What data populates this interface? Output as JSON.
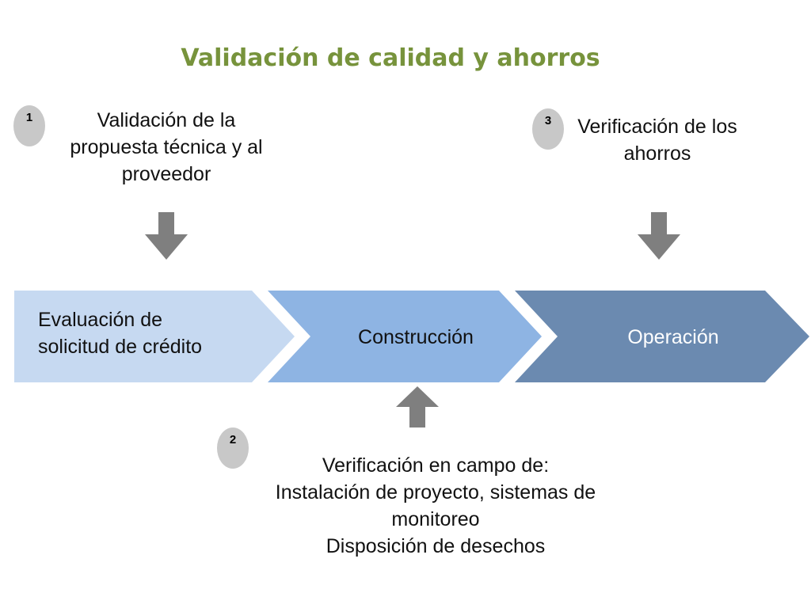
{
  "title": "Validación de calidad y ahorros",
  "stages": [
    {
      "lines": [
        "Evaluación de",
        "solicitud de crédito"
      ],
      "color": "#c6d9f1",
      "text_color": "#111111"
    },
    {
      "lines": [
        "Construcción"
      ],
      "color": "#8eb4e3",
      "text_color": "#111111"
    },
    {
      "lines": [
        "Operación"
      ],
      "color": "#6b8ab0",
      "text_color": "#ffffff"
    }
  ],
  "steps": [
    {
      "number": "1",
      "lines": [
        "Validación de la",
        "propuesta técnica y al",
        "proveedor"
      ],
      "arrow": "down-arrow"
    },
    {
      "number": "2",
      "lines": [
        "Verificación en campo de:",
        "Instalación de proyecto, sistemas de",
        "monitoreo",
        "Disposición de desechos"
      ],
      "arrow": "up-arrow"
    },
    {
      "number": "3",
      "lines": [
        "Verificación de los",
        "ahorros"
      ],
      "arrow": "down-arrow"
    }
  ],
  "colors": {
    "title": "#77933c",
    "badge": "#c8c8c8",
    "arrow": "#7f7f7f"
  }
}
